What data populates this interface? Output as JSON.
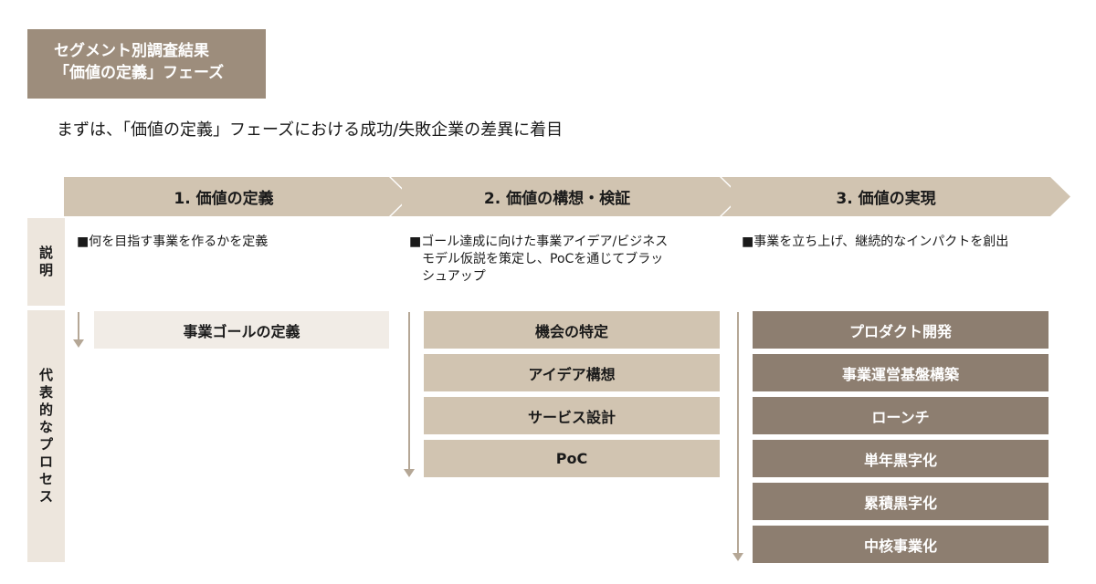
{
  "header": {
    "tag_line1": "セグメント別調査結果",
    "tag_line2": "「価値の定義」フェーズ",
    "lead": "まずは、「価値の定義」フェーズにおける成功/失敗企業の差異に着目"
  },
  "phases": [
    {
      "label": "1. 価値の定義"
    },
    {
      "label": "2. 価値の構想・検証"
    },
    {
      "label": "3. 価値の実現"
    }
  ],
  "side_labels": {
    "description": [
      "説",
      "明"
    ],
    "process": [
      "代",
      "表",
      "的",
      "な",
      "プ",
      "ロ",
      "セ",
      "ス"
    ]
  },
  "descriptions": [
    {
      "lines": [
        "■何を目指す事業を作るかを定義"
      ]
    },
    {
      "lines": [
        "■ゴール達成に向けた事業アイデア/ビジネス",
        "モデル仮説を策定し、PoCを通じてブラッ",
        "シュアップ"
      ]
    },
    {
      "lines": [
        "■事業を立ち上げ、継続的なインパクトを創出"
      ]
    }
  ],
  "processes": [
    {
      "items": [
        "事業ゴールの定義"
      ]
    },
    {
      "items": [
        "機会の特定",
        "アイデア構想",
        "サービス設計",
        "PoC"
      ]
    },
    {
      "items": [
        "プロダクト開発",
        "事業運営基盤構築",
        "ローンチ",
        "単年黒字化",
        "累積黒字化",
        "中核事業化"
      ]
    }
  ],
  "colors": {
    "tag_bg": "#9d8d7c",
    "phase_bg": "#d1c4b1",
    "phase1_box": "#f1ece6",
    "phase2_box": "#d1c4b1",
    "phase3_box": "#8d7e70",
    "side_bg": "#ede6dd"
  }
}
